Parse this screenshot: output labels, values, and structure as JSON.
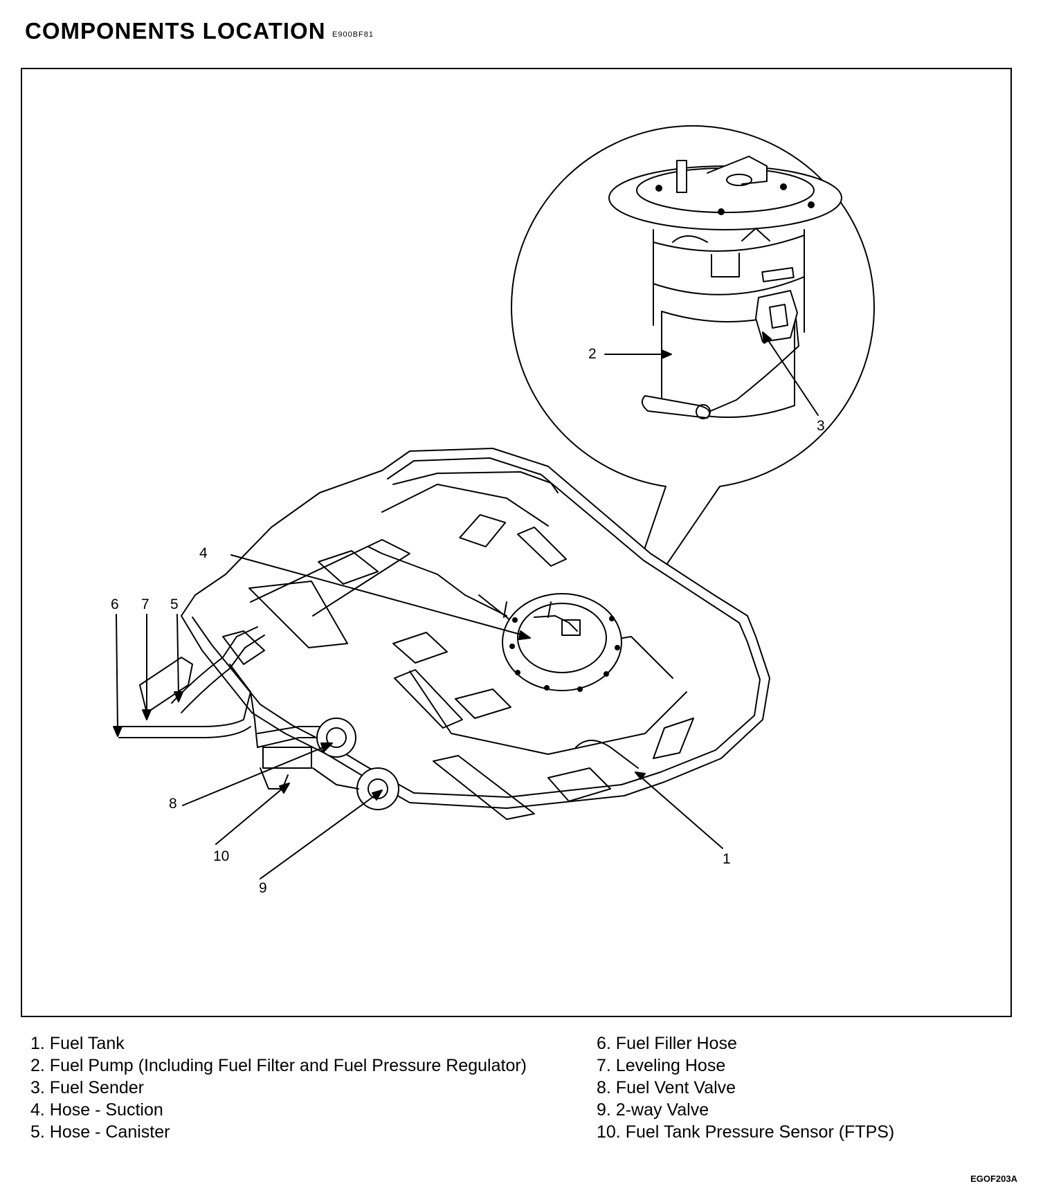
{
  "header": {
    "title": "COMPONENTS LOCATION",
    "code": "E900BF81"
  },
  "diagram": {
    "callouts": [
      "1",
      "2",
      "3",
      "4",
      "5",
      "6",
      "7",
      "8",
      "9",
      "10"
    ]
  },
  "legend": {
    "left": [
      "1. Fuel Tank",
      "2. Fuel Pump (Including Fuel Filter and Fuel Pressure Regulator)",
      "3. Fuel Sender",
      "4. Hose - Suction",
      "5. Hose - Canister"
    ],
    "right": [
      "6. Fuel  Filler Hose",
      "7. Leveling Hose",
      "8. Fuel Vent Valve",
      "9. 2-way Valve",
      "10. Fuel Tank Pressure Sensor (FTPS)"
    ]
  },
  "footer": {
    "figure_code": "EGOF203A"
  }
}
